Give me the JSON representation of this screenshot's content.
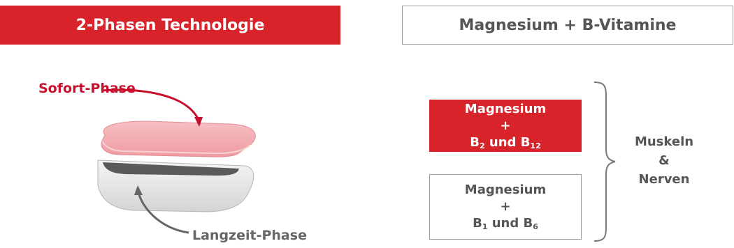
{
  "headers": {
    "left": "2-Phasen Technologie",
    "right": "Magnesium + B-Vitamine"
  },
  "tablet": {
    "top_label": "Sofort-Phase",
    "bottom_label": "Langzeit-Phase",
    "colors": {
      "top_layer": "#f4a9ae",
      "bottom_layer": "#e6e6e6",
      "accent": "#c8102e"
    }
  },
  "boxes": [
    {
      "line1": "Magnesium",
      "line2": "+",
      "line3_a": "B",
      "sub1": "2",
      "line3_mid": " und B",
      "sub2": "12"
    },
    {
      "line1": "Magnesium",
      "line2": "+",
      "line3_a": "B",
      "sub1": "1",
      "line3_mid": " und B",
      "sub2": "6"
    }
  ],
  "result": {
    "line1": "Muskeln",
    "line2": "&",
    "line3": "Nerven"
  },
  "colors": {
    "brand_red": "#d8232a",
    "text_gray": "#555555",
    "border_gray": "#9a9a9a"
  }
}
